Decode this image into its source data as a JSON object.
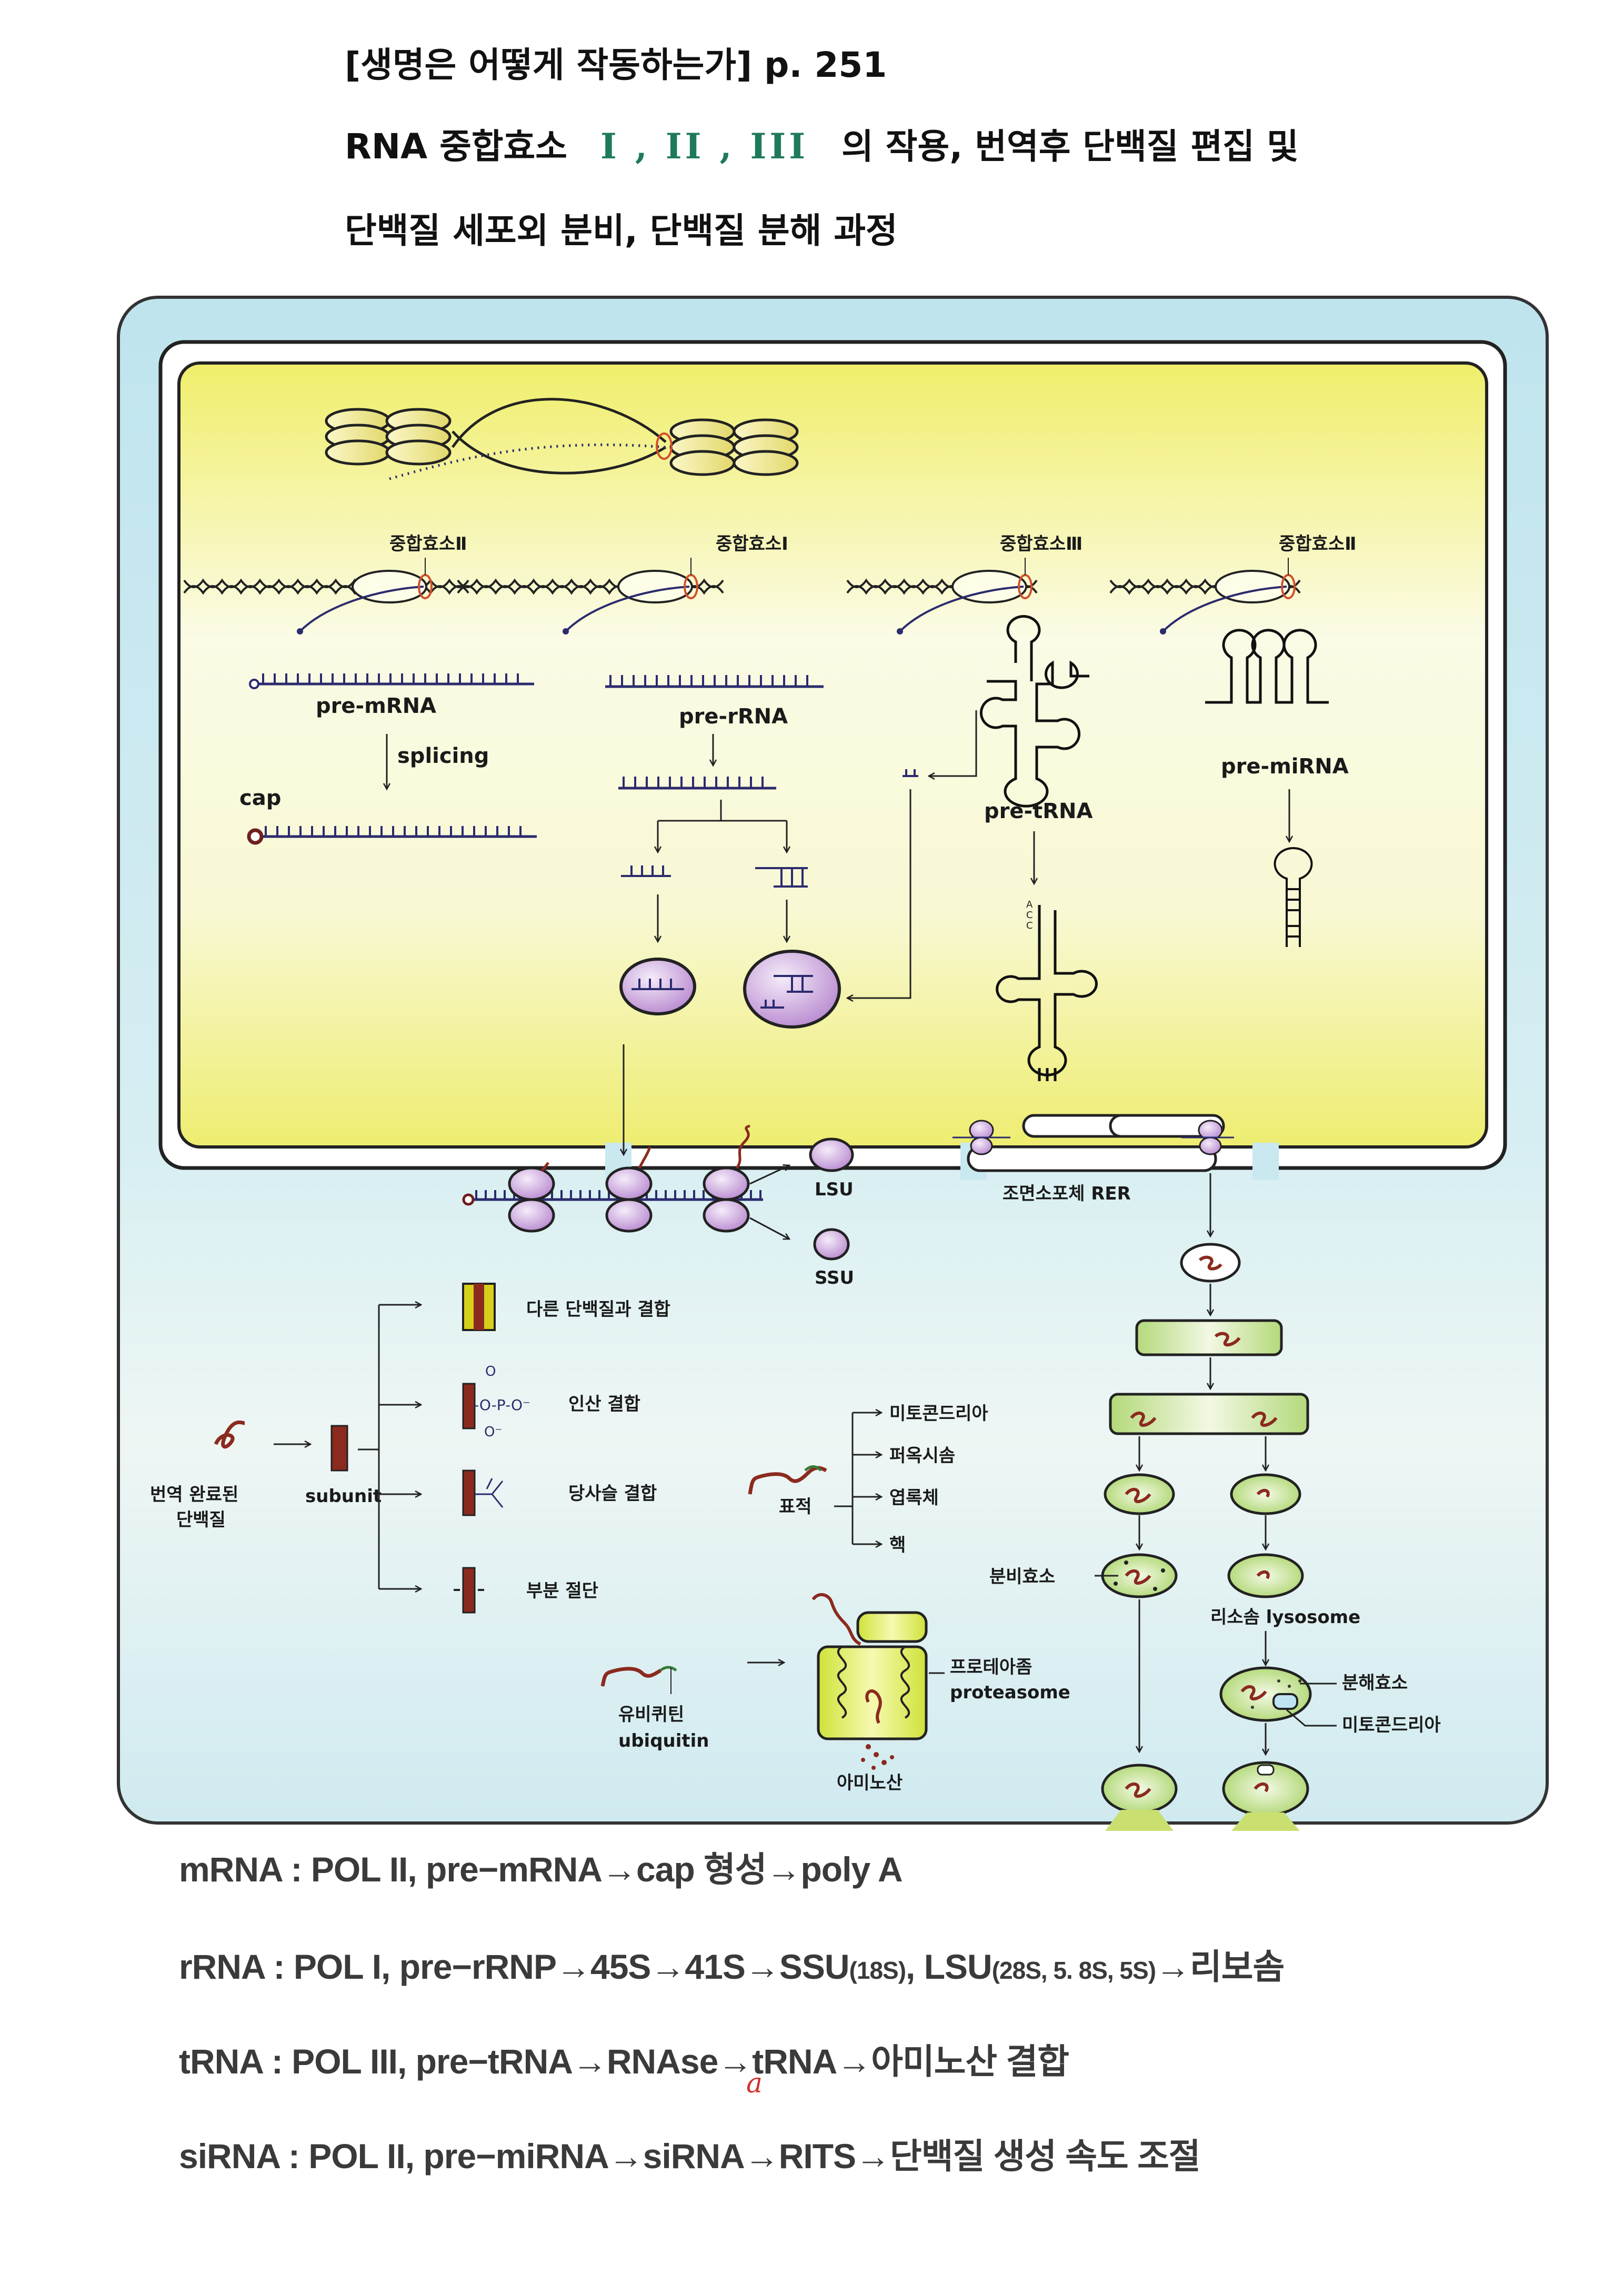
{
  "header": {
    "line1": "[생명은 어떻게 작동하는가] p. 251",
    "line2_prefix": "RNA 중합효소",
    "line2_handwritten": "I , II , III",
    "line2_suffix": "의 작용, 번역후 단백질 편집 및",
    "line3": "단백질 세포외 분비, 단백질 분해 과정"
  },
  "colors": {
    "cytoplasm": "#c9e8ef",
    "nucleus": "#f1f09a",
    "ribosome": "#c9a3d8",
    "protein_chain": "#8b2a1e",
    "rna_strand": "#2b2b6e",
    "vesicle": "#b9dc7c",
    "handwriting_green": "#1f7a5a",
    "handwriting_red": "#d0322c"
  },
  "nucleus": {
    "polymerases": [
      {
        "label": "중합효소Ⅱ",
        "product": "pre-mRNA"
      },
      {
        "label": "중합효소Ⅰ",
        "product": "pre-rRNA"
      },
      {
        "label": "중합효소Ⅲ",
        "product": "pre-tRNA"
      },
      {
        "label": "중합효소Ⅱ",
        "product": "pre-miRNA"
      }
    ],
    "splicing_label": "splicing",
    "cap_label": "cap",
    "trna_cca": [
      "A",
      "C",
      "C"
    ]
  },
  "cytoplasm": {
    "lsu_label": "LSU",
    "ssu_label": "SSU",
    "rer_label": "조면소포체 RER",
    "translated_protein_label": [
      "번역 완료된",
      "단백질"
    ],
    "subunit_label": "subunit",
    "modifications": [
      {
        "label": "다른 단백질과 결합",
        "icon": "protein-complex-icon"
      },
      {
        "label": "인산 결합",
        "icon": "phosphate-icon"
      },
      {
        "label": "당사슬 결합",
        "icon": "sugar-chain-icon"
      },
      {
        "label": "부분 절단",
        "icon": "cleavage-icon"
      }
    ],
    "phosphate_group": {
      "top": "O",
      "center": "-O-P-O⁻",
      "bottom": "O⁻"
    },
    "target_label": "표적",
    "targets": [
      "미토콘드리아",
      "퍼옥시솜",
      "엽록체",
      "핵"
    ],
    "ubiquitin_ko": "유비퀴틴",
    "ubiquitin_en": "ubiquitin",
    "proteasome_ko": "프로테아좀",
    "proteasome_en": "proteasome",
    "amino_acid_label": "아미노산",
    "secretory_enzyme_label": "분비효소",
    "lysosome_label": "리소솜 lysosome",
    "digestive_enzyme_label": "분해효소",
    "mitochondria_label": "미토콘드리아"
  },
  "notes": [
    {
      "text": "mRNA : POL II, pre−mRNA→cap 형성→poly A"
    },
    {
      "text_a": "rRNA : POL I, pre−rRNP→45S→41S→SSU",
      "small_a": "(18S)",
      "text_b": ", LSU",
      "small_b": "(28S, 5. 8S, 5S)",
      "text_c": "→리보솜"
    },
    {
      "text": "tRNA : POL III, pre−tRNA→RNAse→tRNA→아미노산 결합",
      "correction": "a"
    },
    {
      "text": "siRNA : POL II, pre−miRNA→siRNA→RITS→단백질 생성 속도 조절"
    }
  ]
}
